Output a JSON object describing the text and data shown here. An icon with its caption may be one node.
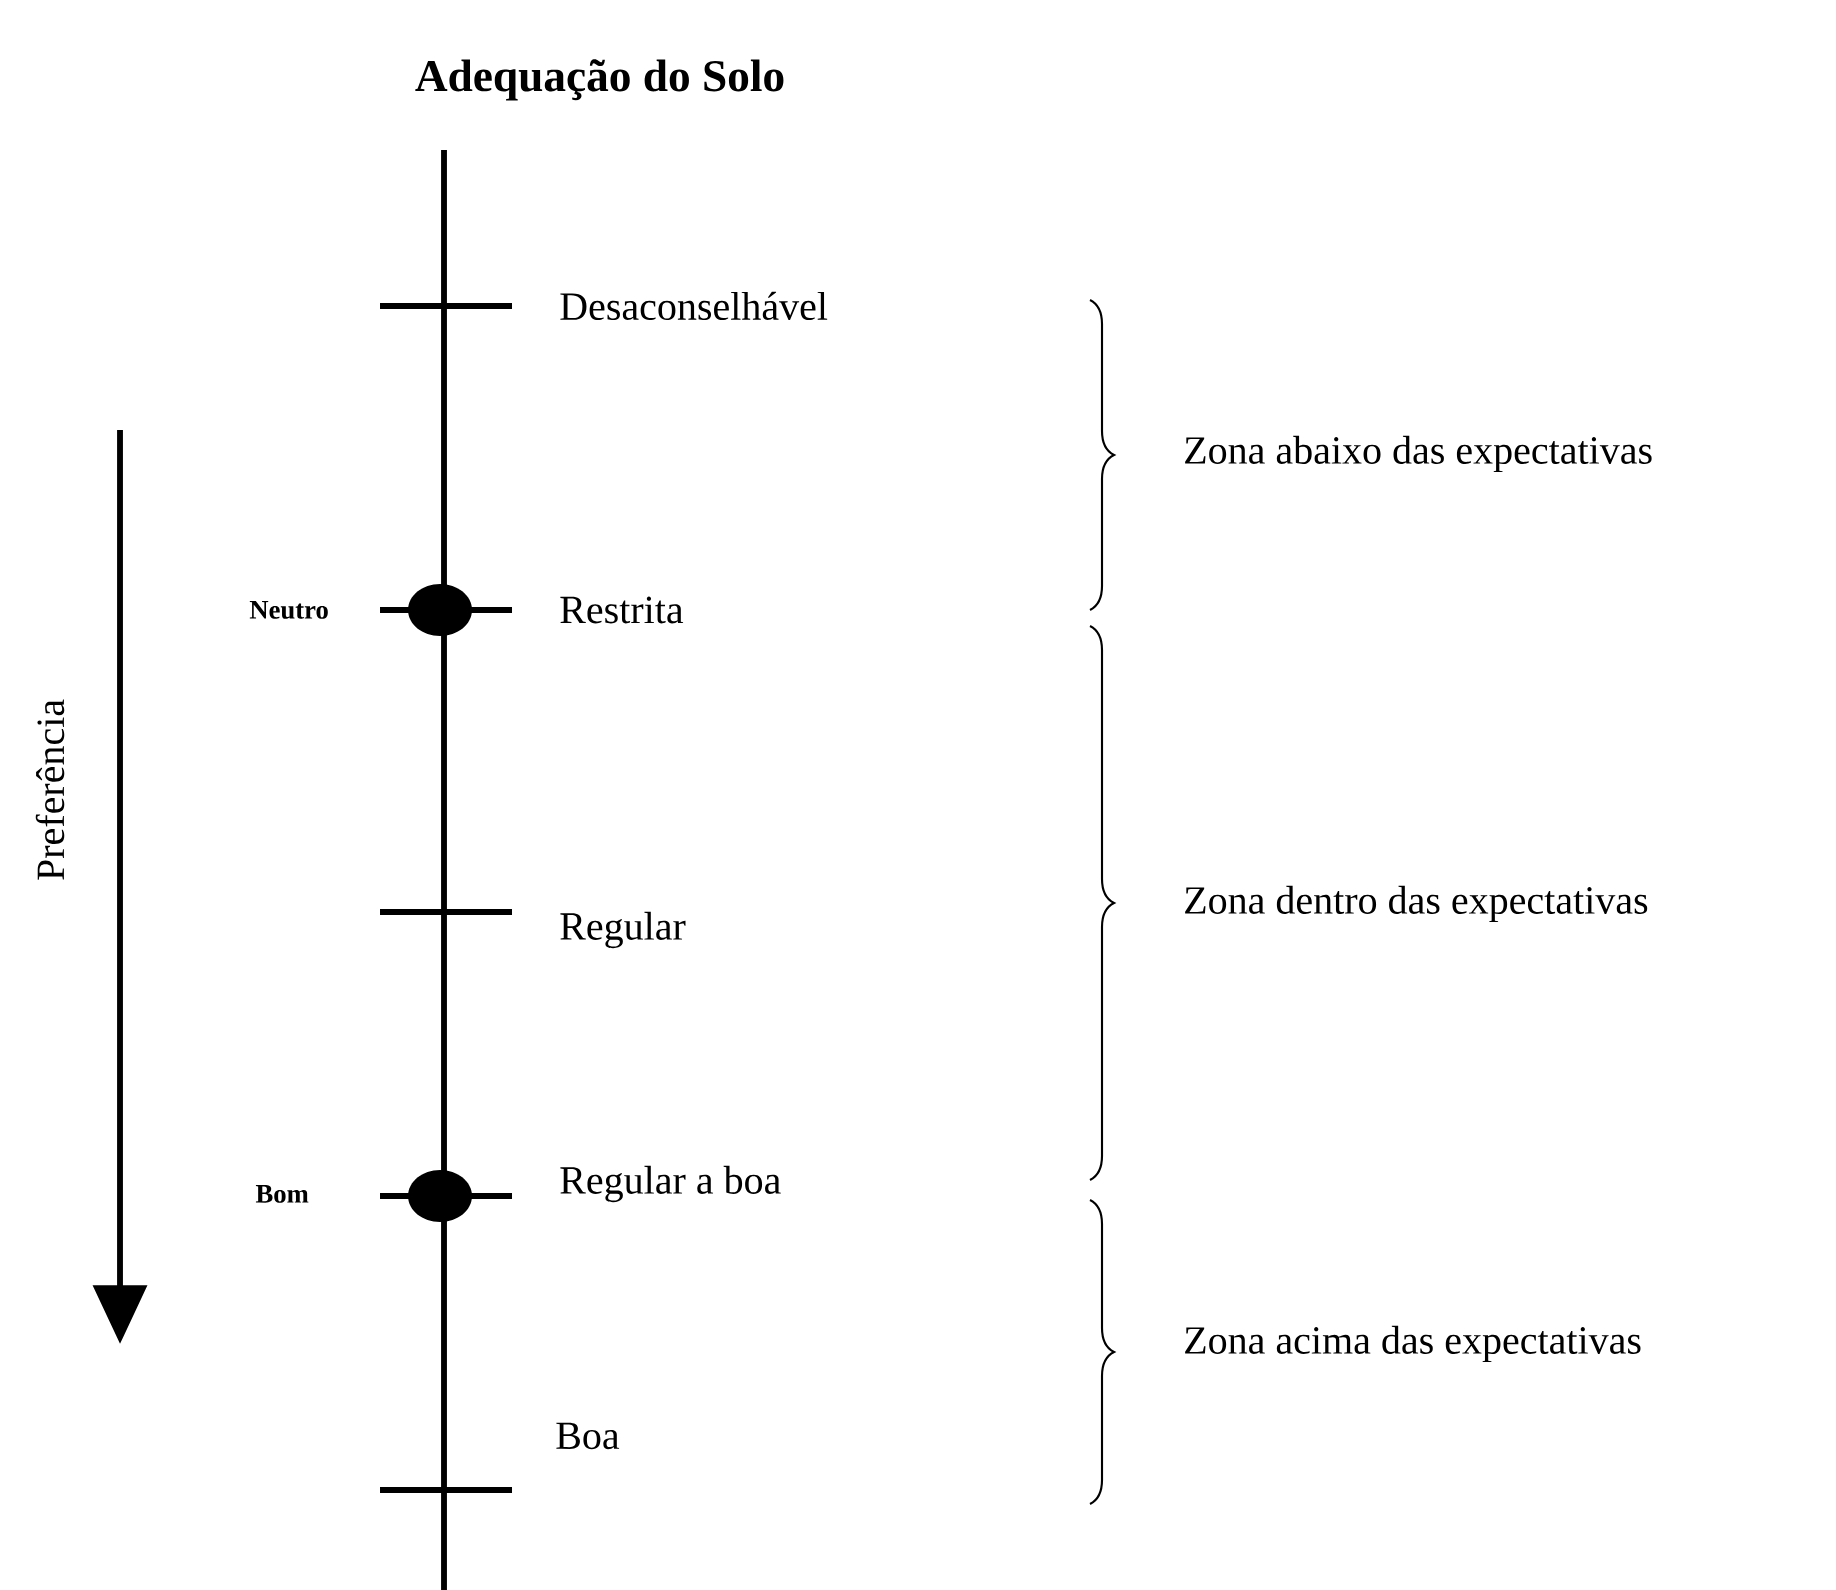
{
  "diagram": {
    "title": "Adequação do Solo",
    "labels": [
      "Desaconselhável",
      "Zona abaixo das expectativas",
      "Neutro",
      "Restrita",
      "Preferência",
      "Regular",
      "Zona dentro das expectativas",
      "Bom",
      "Regular a boa",
      "Zona acima das expectativas",
      "Boa"
    ]
  }
}
